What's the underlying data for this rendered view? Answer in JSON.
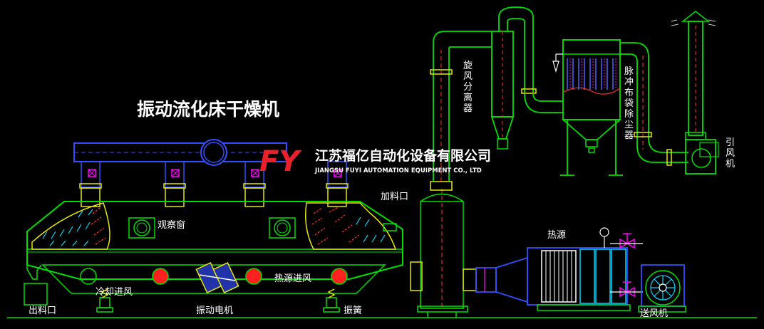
{
  "diagram": {
    "title": "振动流化床干燥机",
    "company": {
      "logo_mark": "FY",
      "name_cn": "江苏福亿自动化设备有限公司",
      "name_en": "JIANGSU FUYI AUTOMATION EQUIPMENT CO., LTD"
    },
    "labels": {
      "observation_window": "观察窗",
      "cooling_air_inlet": "冷却进风",
      "hot_air_inlet": "热源进风",
      "outlet": "出料口",
      "vibration_motor": "振动电机",
      "spring": "振簧",
      "feed_inlet": "加料口",
      "cyclone": "旋风分离器",
      "bag_filter": "脉冲布袋除尘器",
      "induced_fan": "引风机",
      "heat_source": "热源",
      "blower": "送风机"
    },
    "colors": {
      "background": "#000000",
      "line_green": "#00e000",
      "line_yellow": "#e8e800",
      "line_blue": "#3050ff",
      "line_red": "#ff3030",
      "line_white": "#ffffff",
      "line_magenta": "#ff00ff",
      "duct_blue_fill": "#2233aa",
      "hot_fill": "#ff2020",
      "logo_red": "#e8202a"
    }
  }
}
